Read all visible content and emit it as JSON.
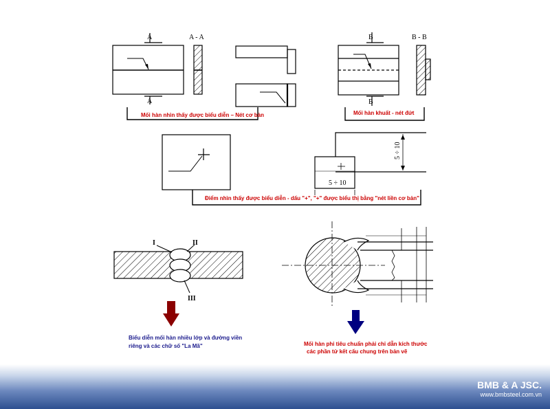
{
  "figure1": {
    "section_label_A": "A",
    "view_label": "A - A",
    "caption": "Mối hàn nhìn thấy được biểu diễn – Nét cơ bản"
  },
  "figure2": {
    "section_label_B": "B",
    "view_label": "B - B",
    "caption": "Mối hàn khuất - nét đứt"
  },
  "figure3": {
    "dim_vertical": "5 ÷ 10",
    "dim_horizontal": "5 ÷ 10",
    "caption": "Điểm nhìn thấy được biểu diễn - dấu \"+\", \"+\" được biểu thị bằng \"nét liền cơ bản\""
  },
  "figure4": {
    "label_1": "I",
    "label_2": "II",
    "label_3": "III",
    "caption_line1": "Biểu diễn mối hàn nhiều lớp và đường viền",
    "caption_line2": "riêng và các chữ số \"La Mã\""
  },
  "figure5": {
    "caption_line1": "Mối hàn phi tiêu chuẩn phải chỉ dẫn kích thước",
    "caption_line2": "các phần tử kết cấu chung trên bản vẽ"
  },
  "footer": {
    "company": "BMB & A JSC.",
    "website": "www.bmbsteel.com.vn"
  },
  "colors": {
    "caption_red": "#cc0000",
    "caption_blue": "#1a1a8c",
    "arrow_red": "#8b0000",
    "arrow_blue": "#000080"
  }
}
